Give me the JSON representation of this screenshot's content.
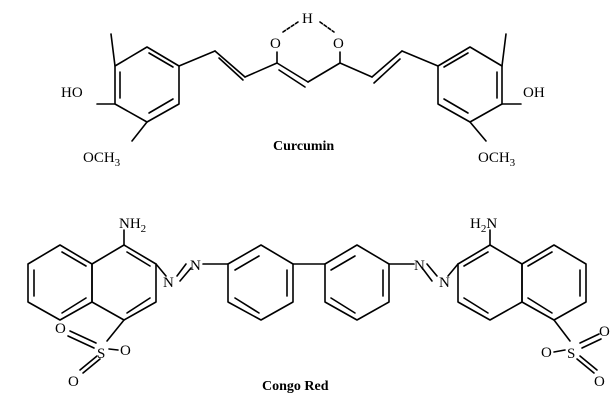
{
  "figure": {
    "curcumin": {
      "name": "Curcumin",
      "labels": {
        "ho": "HO",
        "oh": "OH",
        "o_left": "O",
        "o_right": "O",
        "h_bridge": "H",
        "methoxy_left": "OCH",
        "methoxy_right": "OCH",
        "methoxy_subscript": "3"
      }
    },
    "congo_red": {
      "name": "Congo Red",
      "labels": {
        "amine_left": "NH",
        "amine_right_prefix": "H",
        "amine_right_suffix": "N",
        "amine_subscript": "2",
        "azo_n": "N",
        "sulfur": "S",
        "oxygen": "O"
      }
    }
  }
}
